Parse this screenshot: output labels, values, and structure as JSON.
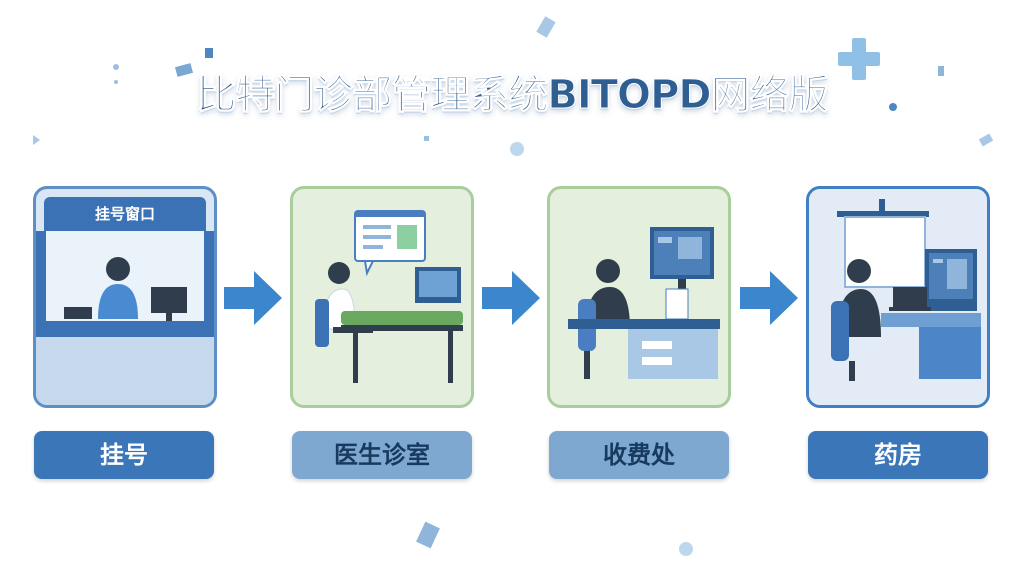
{
  "title": "比特门诊部管理系统BITOPD网络版",
  "steps": [
    {
      "label": "挂号",
      "banner": "挂号窗口"
    },
    {
      "label": "医生诊室"
    },
    {
      "label": "收费处"
    },
    {
      "label": "药房"
    }
  ],
  "colors": {
    "primary": "#3b76b8",
    "light_blue": "#7fa8d1",
    "green_bg": "#e4efdd",
    "blue_bg": "#d9e6f3"
  },
  "icons": [
    "medical-cross-icon",
    "arrow-right-icon"
  ]
}
